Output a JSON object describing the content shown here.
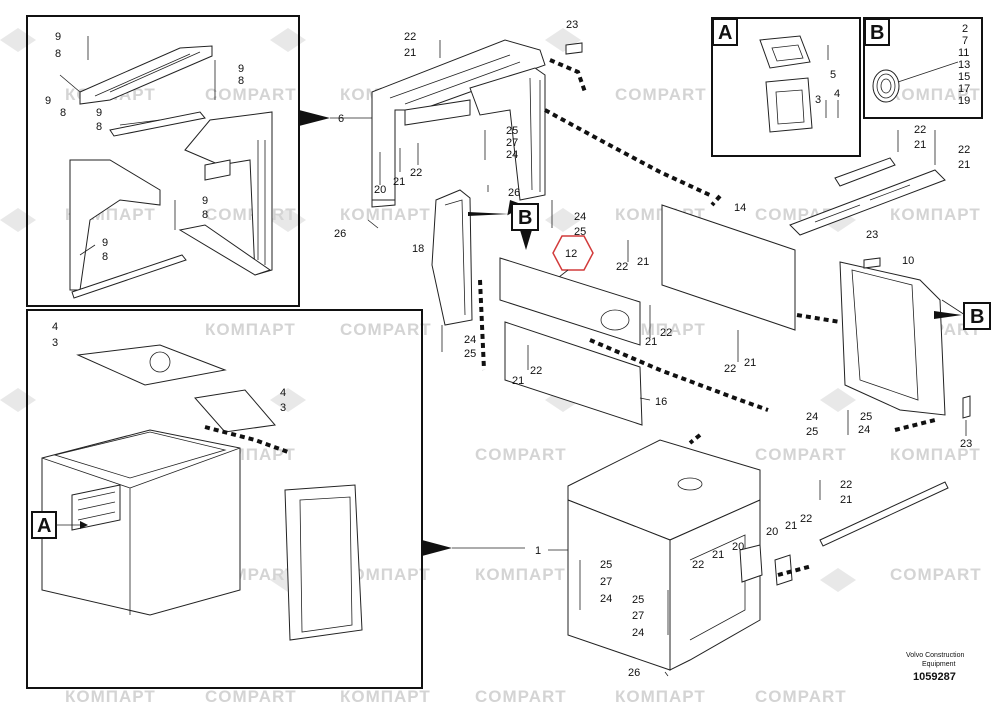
{
  "watermarks": [
    "КОМПАРТ",
    "COMPART"
  ],
  "callout_boxes": {
    "a_letter": "A",
    "b_letter": "B",
    "b_parts": [
      "2",
      "7",
      "11",
      "13",
      "15",
      "17",
      "19"
    ]
  },
  "detail_a": {
    "label_5": "5",
    "label_3": "3",
    "label_4": "4"
  },
  "detail_topleft": {
    "l9a": "9",
    "l8a": "8",
    "l9b": "9",
    "l8b": "8",
    "l9c": "9",
    "l8c": "8",
    "l9d": "9",
    "l8d": "8",
    "l9e": "9",
    "l8e": "8",
    "l9f": "9",
    "l8f": "8",
    "l9g": "9",
    "l8g": "8"
  },
  "detail_bottomleft": {
    "l4a": "4",
    "l3a": "3",
    "l4b": "4",
    "l3b": "3",
    "a_letter": "A"
  },
  "main_upper": {
    "l22": "22",
    "l21": "21",
    "l6": "6",
    "l25": "25",
    "l27": "27",
    "l24": "24",
    "l22b": "22",
    "l21b": "21",
    "l20": "20",
    "l26": "26",
    "l26b": "26",
    "l23": "23",
    "l24b": "24",
    "l25b": "25",
    "l18": "18",
    "l24c": "24",
    "l25c": "25",
    "b_letter": "B",
    "l12": "12"
  },
  "main_panels": {
    "l14": "14",
    "l22": "22",
    "l21": "21",
    "l21b": "21",
    "l22b": "22",
    "l22c": "22",
    "l21c": "21",
    "l21d": "21",
    "l22d": "22",
    "l16": "16"
  },
  "right_assembly": {
    "l22": "22",
    "l21": "21",
    "l22b": "22",
    "l21b": "21",
    "l23": "23",
    "l10": "10",
    "b_letter": "B",
    "l24": "24",
    "l25": "25",
    "l25b": "25",
    "l24b": "24",
    "l23b": "23"
  },
  "cab_base": {
    "l1": "1",
    "l22": "22",
    "l21": "21",
    "l22b": "22",
    "l21b": "21",
    "l20": "20",
    "l22c": "22",
    "l21c": "21",
    "l20b": "20",
    "l25": "25",
    "l27": "27",
    "l24": "24",
    "l25b": "25",
    "l27b": "27",
    "l24b": "24",
    "l26": "26"
  },
  "footer": {
    "credit_line1": "Volvo Construction",
    "credit_line2": "Equipment",
    "doc_number": "1059287"
  }
}
